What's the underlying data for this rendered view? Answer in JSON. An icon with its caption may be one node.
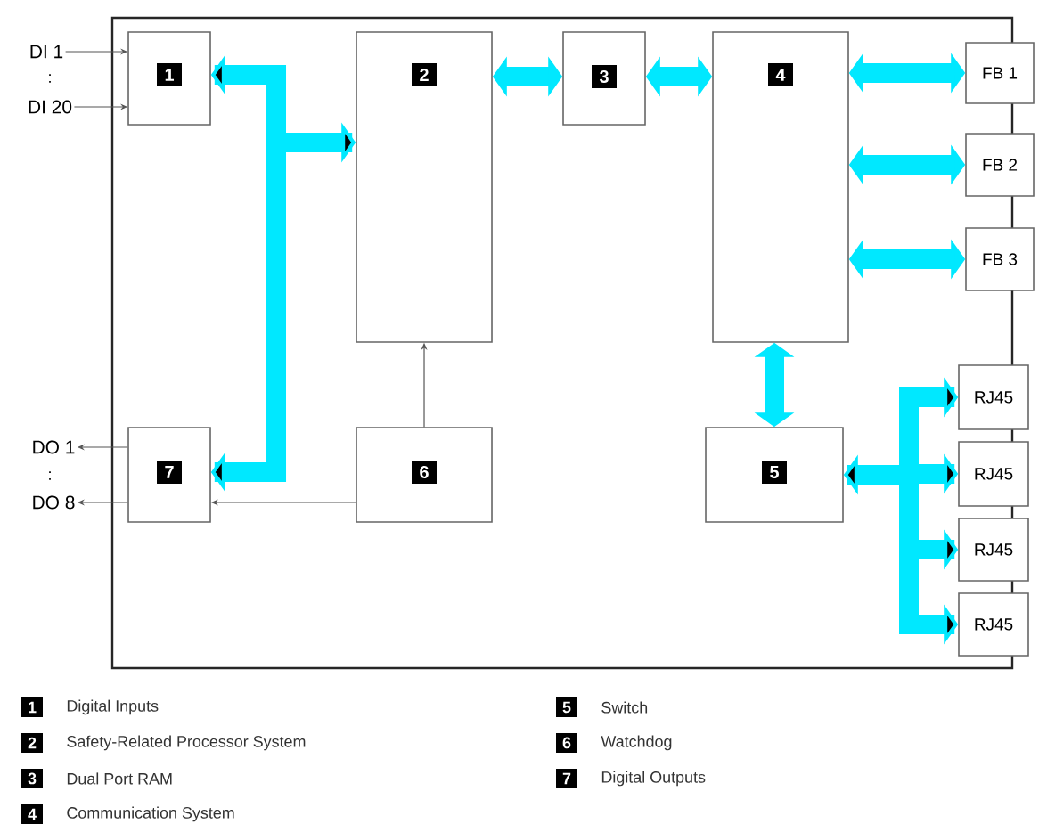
{
  "diagram": {
    "nodes": [
      {
        "text": [
          "1"
        ]
      },
      {
        "text": [
          "2"
        ]
      },
      {
        "text": [
          "3"
        ]
      },
      {
        "text": [
          "4"
        ]
      },
      {
        "text": [
          "5"
        ]
      },
      {
        "text": [
          "6"
        ]
      },
      {
        "text": [
          "7"
        ]
      },
      {
        "text": [
          "FB 1"
        ]
      },
      {
        "text": [
          "FB 2"
        ]
      },
      {
        "text": [
          "FB 3"
        ]
      },
      {
        "text": [
          "RJ45"
        ]
      },
      {
        "text": [
          "RJ45"
        ]
      },
      {
        "text": [
          "RJ45"
        ]
      },
      {
        "text": [
          "RJ45"
        ]
      },
      {
        "text": [
          "DI 1"
        ]
      },
      {
        "text": [
          "DI 20"
        ]
      },
      {
        "text": [
          "DO 1"
        ]
      },
      {
        "text": [
          "DO 8"
        ]
      }
    ],
    "edges": [
      {
        "from": 14,
        "to": 0,
        "arrow": "to",
        "color": "#555555"
      },
      {
        "from": 15,
        "to": 0,
        "arrow": "to",
        "color": "#555555"
      },
      {
        "from": 6,
        "to": 16,
        "arrow": "to",
        "color": "#555555"
      },
      {
        "from": 6,
        "to": 17,
        "arrow": "to",
        "color": "#555555"
      },
      {
        "from": 1,
        "to": 0,
        "arrow": "both"
      },
      {
        "from": 1,
        "to": 6,
        "arrow": "both"
      },
      {
        "from": 1,
        "to": 2,
        "arrow": "both"
      },
      {
        "from": 2,
        "to": 3,
        "arrow": "both"
      },
      {
        "from": 3,
        "to": 7,
        "arrow": "both"
      },
      {
        "from": 3,
        "to": 8,
        "arrow": "both"
      },
      {
        "from": 3,
        "to": 9,
        "arrow": "both"
      },
      {
        "from": 3,
        "to": 4,
        "arrow": "both"
      },
      {
        "from": 4,
        "to": 10,
        "arrow": "both"
      },
      {
        "from": 4,
        "to": 11,
        "arrow": "both"
      },
      {
        "from": 4,
        "to": 12,
        "arrow": "both"
      },
      {
        "from": 4,
        "to": 13,
        "arrow": "both"
      },
      {
        "from": 5,
        "to": 1,
        "arrow": "to",
        "color": "#555555"
      },
      {
        "from": 5,
        "to": 6,
        "arrow": "to",
        "color": "#555555"
      }
    ],
    "labels": [
      ":",
      ":",
      "1",
      "Digital Inputs",
      "5",
      "Switch",
      "2",
      "Safety-Related Processor System",
      "6",
      "Watchdog",
      "3",
      "Dual Port RAM",
      "7",
      "Digital Outputs",
      "4",
      "Communication System"
    ]
  }
}
